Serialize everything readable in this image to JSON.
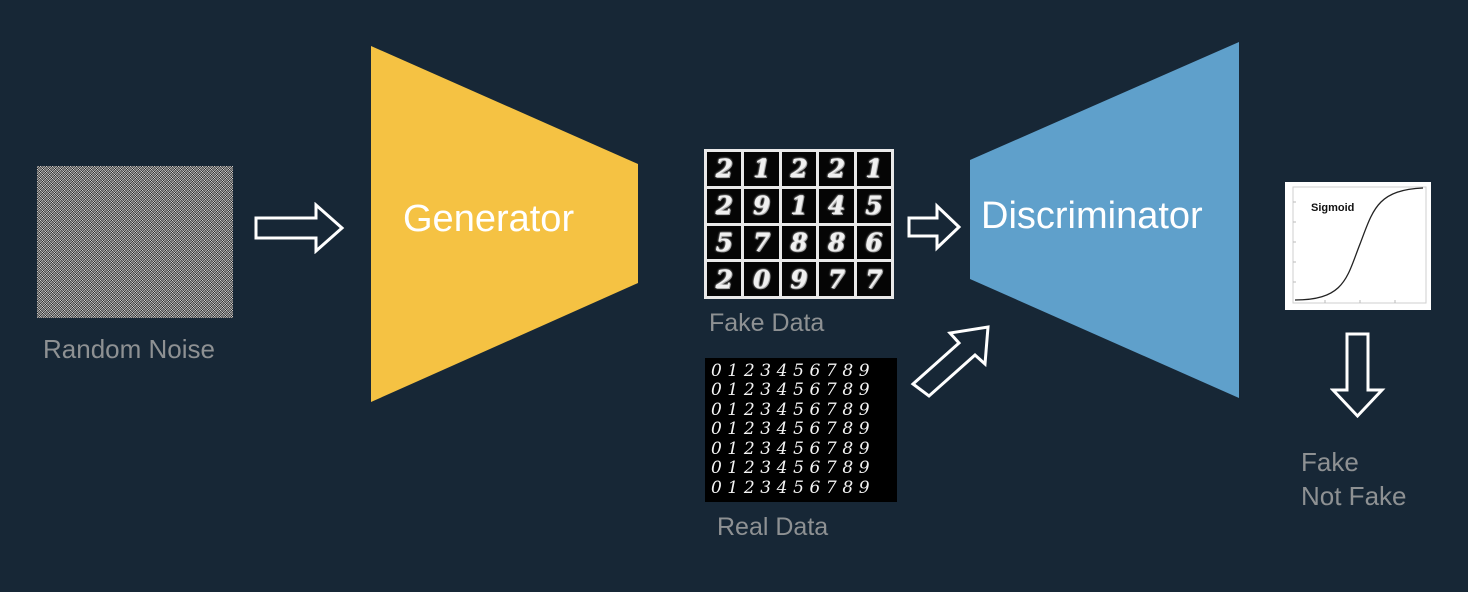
{
  "labels": {
    "random_noise": "Random Noise",
    "generator": "Generator",
    "discriminator": "Discriminator",
    "fake_data": "Fake Data",
    "real_data": "Real Data",
    "sigmoid": "Sigmoid",
    "output_fake": "Fake",
    "output_not_fake": "Not Fake"
  },
  "fake_digits": [
    "2",
    "1",
    "2",
    "2",
    "1",
    "2",
    "9",
    "1",
    "4",
    "5",
    "5",
    "7",
    "8",
    "8",
    "6",
    "2",
    "0",
    "9",
    "7",
    "7"
  ],
  "real_digit_rows": [
    "0123456789",
    "0123456789",
    "0123456789",
    "0123456789",
    "0123456789",
    "0123456789",
    "0123456789"
  ],
  "colors": {
    "background": "#172736",
    "generator": "#f5c243",
    "discriminator": "#5fa0cb",
    "label_text": "#8e9193",
    "arrow": "#ffffff"
  },
  "icons": [
    "right-arrow-icon",
    "diagonal-arrow-icon",
    "down-arrow-icon",
    "sigmoid-curve-icon"
  ]
}
